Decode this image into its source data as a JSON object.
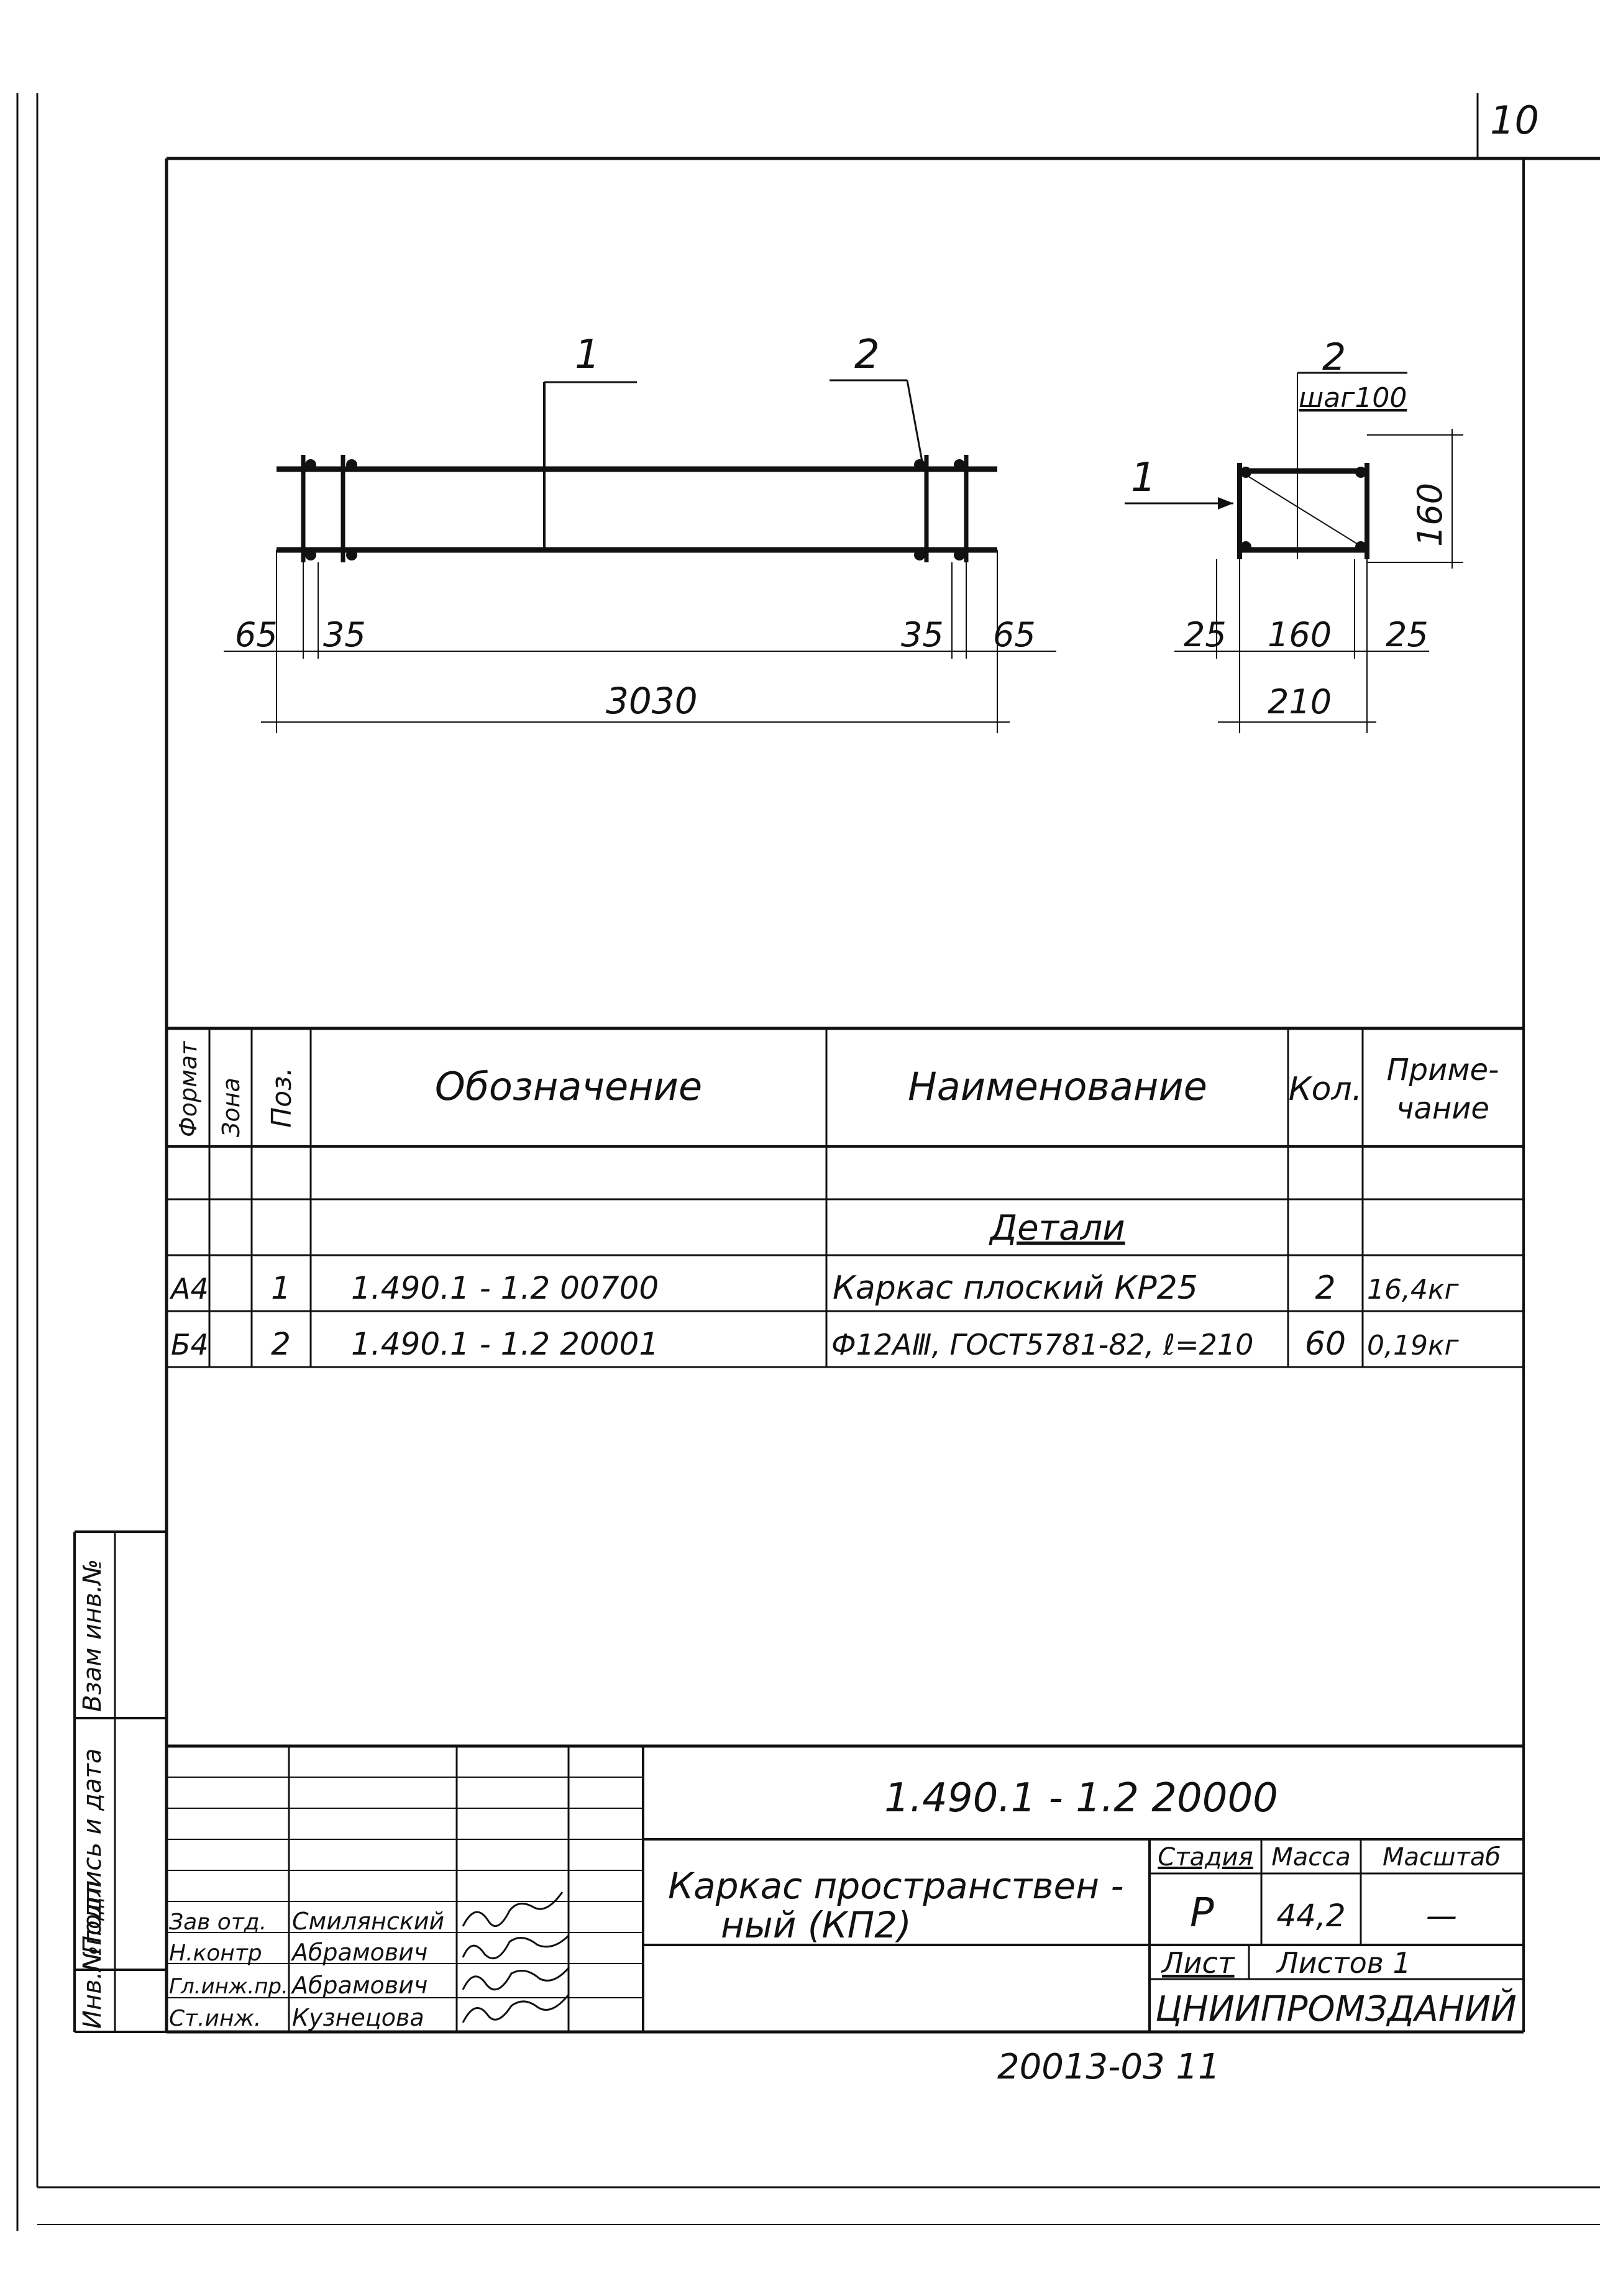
{
  "sheet": {
    "page_number": "10",
    "bottom_code": "20013-03  11"
  },
  "drawing": {
    "side_view": {
      "callout_1": "1",
      "callout_2": "2",
      "dim_left_outer": "65",
      "dim_left_inner": "35",
      "dim_right_inner": "35",
      "dim_right_outer": "65",
      "dim_total": "3030"
    },
    "section_view": {
      "callout_2": "2",
      "step_note": "шаг100",
      "callout_1": "1",
      "dim_height": "160",
      "dim_left": "25",
      "dim_mid": "160",
      "dim_right": "25",
      "dim_total": "210"
    }
  },
  "spec_table": {
    "headers": {
      "format": "Формат",
      "zone": "Зона",
      "pos": "Поз.",
      "designation": "Обозначение",
      "name": "Наименование",
      "qty": "Кол.",
      "note_line1": "Приме-",
      "note_line2": "чание"
    },
    "section_title": "Детали",
    "rows": [
      {
        "format": "А4",
        "pos": "1",
        "designation": "1.490.1 - 1.2  00700",
        "name": "Каркас плоский КР25",
        "qty": "2",
        "note": "16,4кг"
      },
      {
        "format": "Б4",
        "pos": "2",
        "designation": "1.490.1 - 1.2  20001",
        "name": "Ф12АⅢ, ГОСТ5781-82, ℓ=210",
        "qty": "60",
        "note": "0,19кг"
      }
    ]
  },
  "side_stamps": {
    "inv_podl": "Инв.№подл",
    "podpis": "Подпись и дата",
    "vzam": "Взам инв.№"
  },
  "title_block": {
    "doc_code": "1.490.1 - 1.2  20000",
    "title_line1": "Каркас пространствен -",
    "title_line2": "ный (КП2)",
    "stage_label": "Стадия",
    "mass_label": "Масса",
    "scale_label": "Масштаб",
    "stage_value": "Р",
    "mass_value": "44,2",
    "scale_value": "—",
    "sheet_label": "Лист",
    "sheets_label": "Листов 1",
    "organization": "ЦНИИПРОМЗДАНИЙ",
    "signatures": [
      {
        "role": "Зав отд.",
        "name": "Смилянский"
      },
      {
        "role": "Н.контр",
        "name": "Абрамович"
      },
      {
        "role": "Гл.инж.пр.",
        "name": "Абрамович"
      },
      {
        "role": "Ст.инж.",
        "name": "Кузнецова"
      }
    ]
  }
}
